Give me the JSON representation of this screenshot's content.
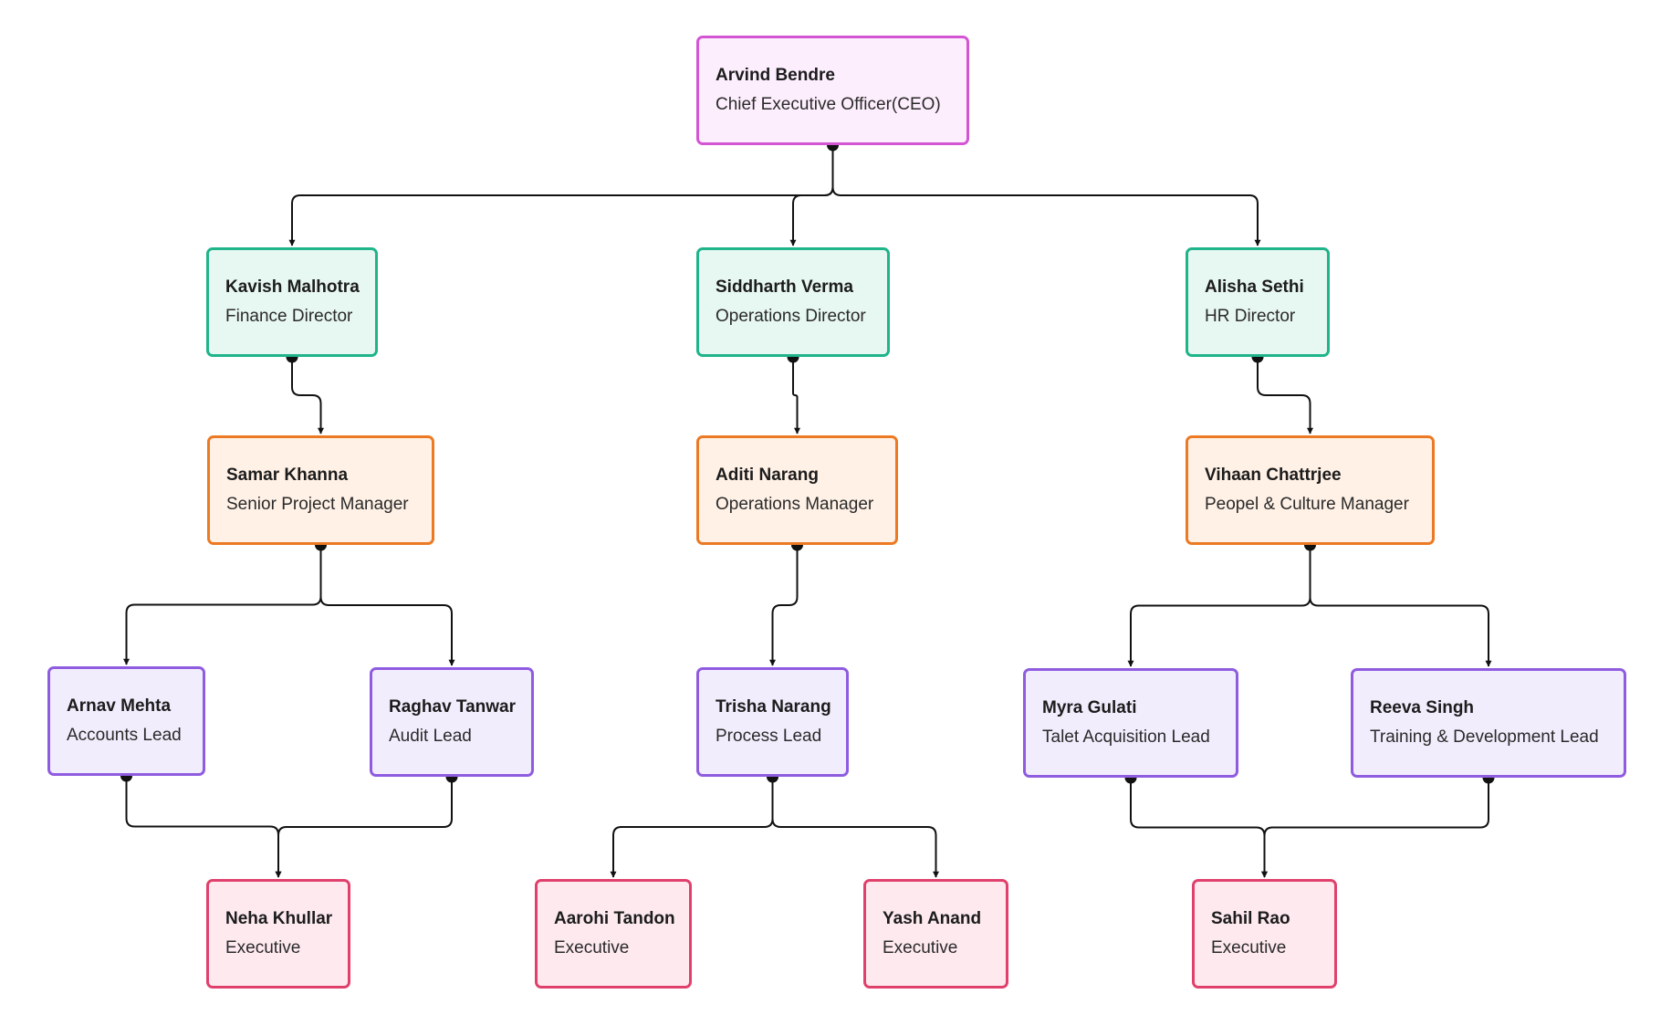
{
  "chart": {
    "colors": {
      "ceo": "#d455d4",
      "director": "#1fb48a",
      "manager": "#ec7a25",
      "lead": "#8f5ce0",
      "executive": "#e0416c",
      "connector": "#111111"
    },
    "nodes": [
      {
        "id": "n1",
        "name": "Arvind Bendre",
        "role": "Chief Executive Officer(CEO)"
      },
      {
        "id": "n2",
        "name": "Kavish Malhotra",
        "role": "Finance Director"
      },
      {
        "id": "n3",
        "name": "Siddharth Verma",
        "role": "Operations Director"
      },
      {
        "id": "n4",
        "name": "Alisha Sethi",
        "role": "HR Director"
      },
      {
        "id": "n5",
        "name": "Samar Khanna",
        "role": "Senior Project Manager"
      },
      {
        "id": "n6",
        "name": "Aditi Narang",
        "role": "Operations Manager"
      },
      {
        "id": "n7",
        "name": "Vihaan Chattrjee",
        "role": "Peopel & Culture Manager"
      },
      {
        "id": "n8",
        "name": "Arnav Mehta",
        "role": "Accounts Lead"
      },
      {
        "id": "n9",
        "name": "Raghav Tanwar",
        "role": "Audit Lead"
      },
      {
        "id": "n10",
        "name": "Trisha Narang",
        "role": "Process Lead"
      },
      {
        "id": "n11",
        "name": "Myra Gulati",
        "role": "Talet Acquisition Lead"
      },
      {
        "id": "n12",
        "name": "Reeva Singh",
        "role": "Training & Development Lead"
      },
      {
        "id": "n13",
        "name": "Neha Khullar",
        "role": "Executive"
      },
      {
        "id": "n14",
        "name": "Aarohi Tandon",
        "role": "Executive"
      },
      {
        "id": "n15",
        "name": "Yash Anand",
        "role": "Executive"
      },
      {
        "id": "n16",
        "name": "Sahil Rao",
        "role": "Executive"
      }
    ],
    "edges": [
      {
        "from": "n1",
        "to": "n2"
      },
      {
        "from": "n1",
        "to": "n3"
      },
      {
        "from": "n1",
        "to": "n4"
      },
      {
        "from": "n2",
        "to": "n5"
      },
      {
        "from": "n3",
        "to": "n6"
      },
      {
        "from": "n4",
        "to": "n7"
      },
      {
        "from": "n5",
        "to": "n8"
      },
      {
        "from": "n5",
        "to": "n9"
      },
      {
        "from": "n6",
        "to": "n10"
      },
      {
        "from": "n7",
        "to": "n11"
      },
      {
        "from": "n7",
        "to": "n12"
      },
      {
        "from": "n8",
        "to": "n13"
      },
      {
        "from": "n9",
        "to": "n13"
      },
      {
        "from": "n10",
        "to": "n14"
      },
      {
        "from": "n10",
        "to": "n15"
      },
      {
        "from": "n11",
        "to": "n16"
      },
      {
        "from": "n12",
        "to": "n16"
      }
    ]
  }
}
